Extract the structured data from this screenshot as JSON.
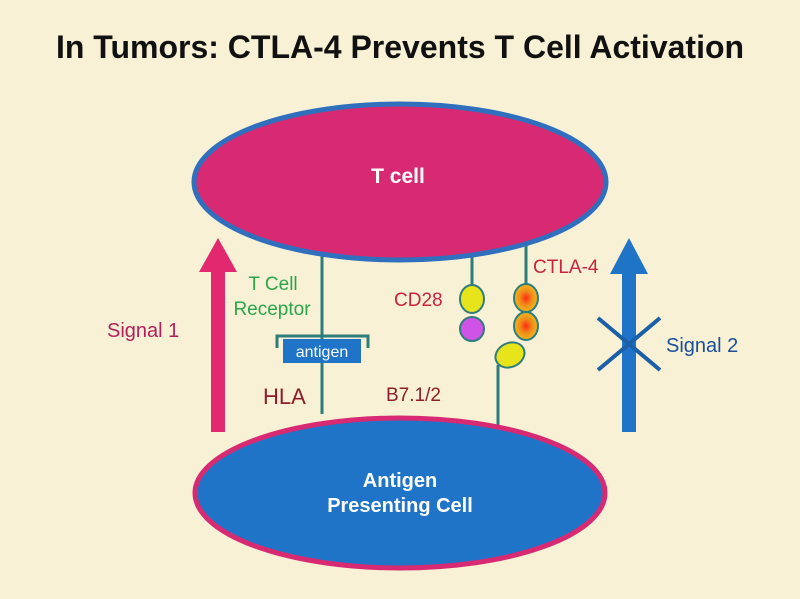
{
  "title": "In Tumors: CTLA-4 Prevents T Cell Activation",
  "cells": {
    "t_cell": "T cell",
    "apc_line1": "Antigen",
    "apc_line2": "Presenting Cell"
  },
  "labels": {
    "signal1": "Signal 1",
    "signal2": "Signal 2",
    "tcr_line1": "T Cell",
    "tcr_line2": "Receptor",
    "antigen": "antigen",
    "hla": "HLA",
    "cd28": "CD28",
    "ctla4": "CTLA-4",
    "b7": "B7.1/2"
  },
  "colors": {
    "background": "#f8f1d5",
    "t_cell_fill": "#d82a73",
    "t_cell_border": "#2f6fbd",
    "apc_fill": "#1f74c8",
    "apc_border": "#d82a73",
    "signal1_arrow": "#e2286e",
    "signal2_arrow": "#1f74c8",
    "tcr_green": "#2aa64a",
    "dark_red": "#8e1d2a",
    "cd28_red": "#c82340",
    "stem_teal": "#2d7d7d",
    "cd28_yellow": "#e7e41c",
    "cd28_violet": "#cf53e6",
    "ctla4_orange": "#f08a1a"
  }
}
